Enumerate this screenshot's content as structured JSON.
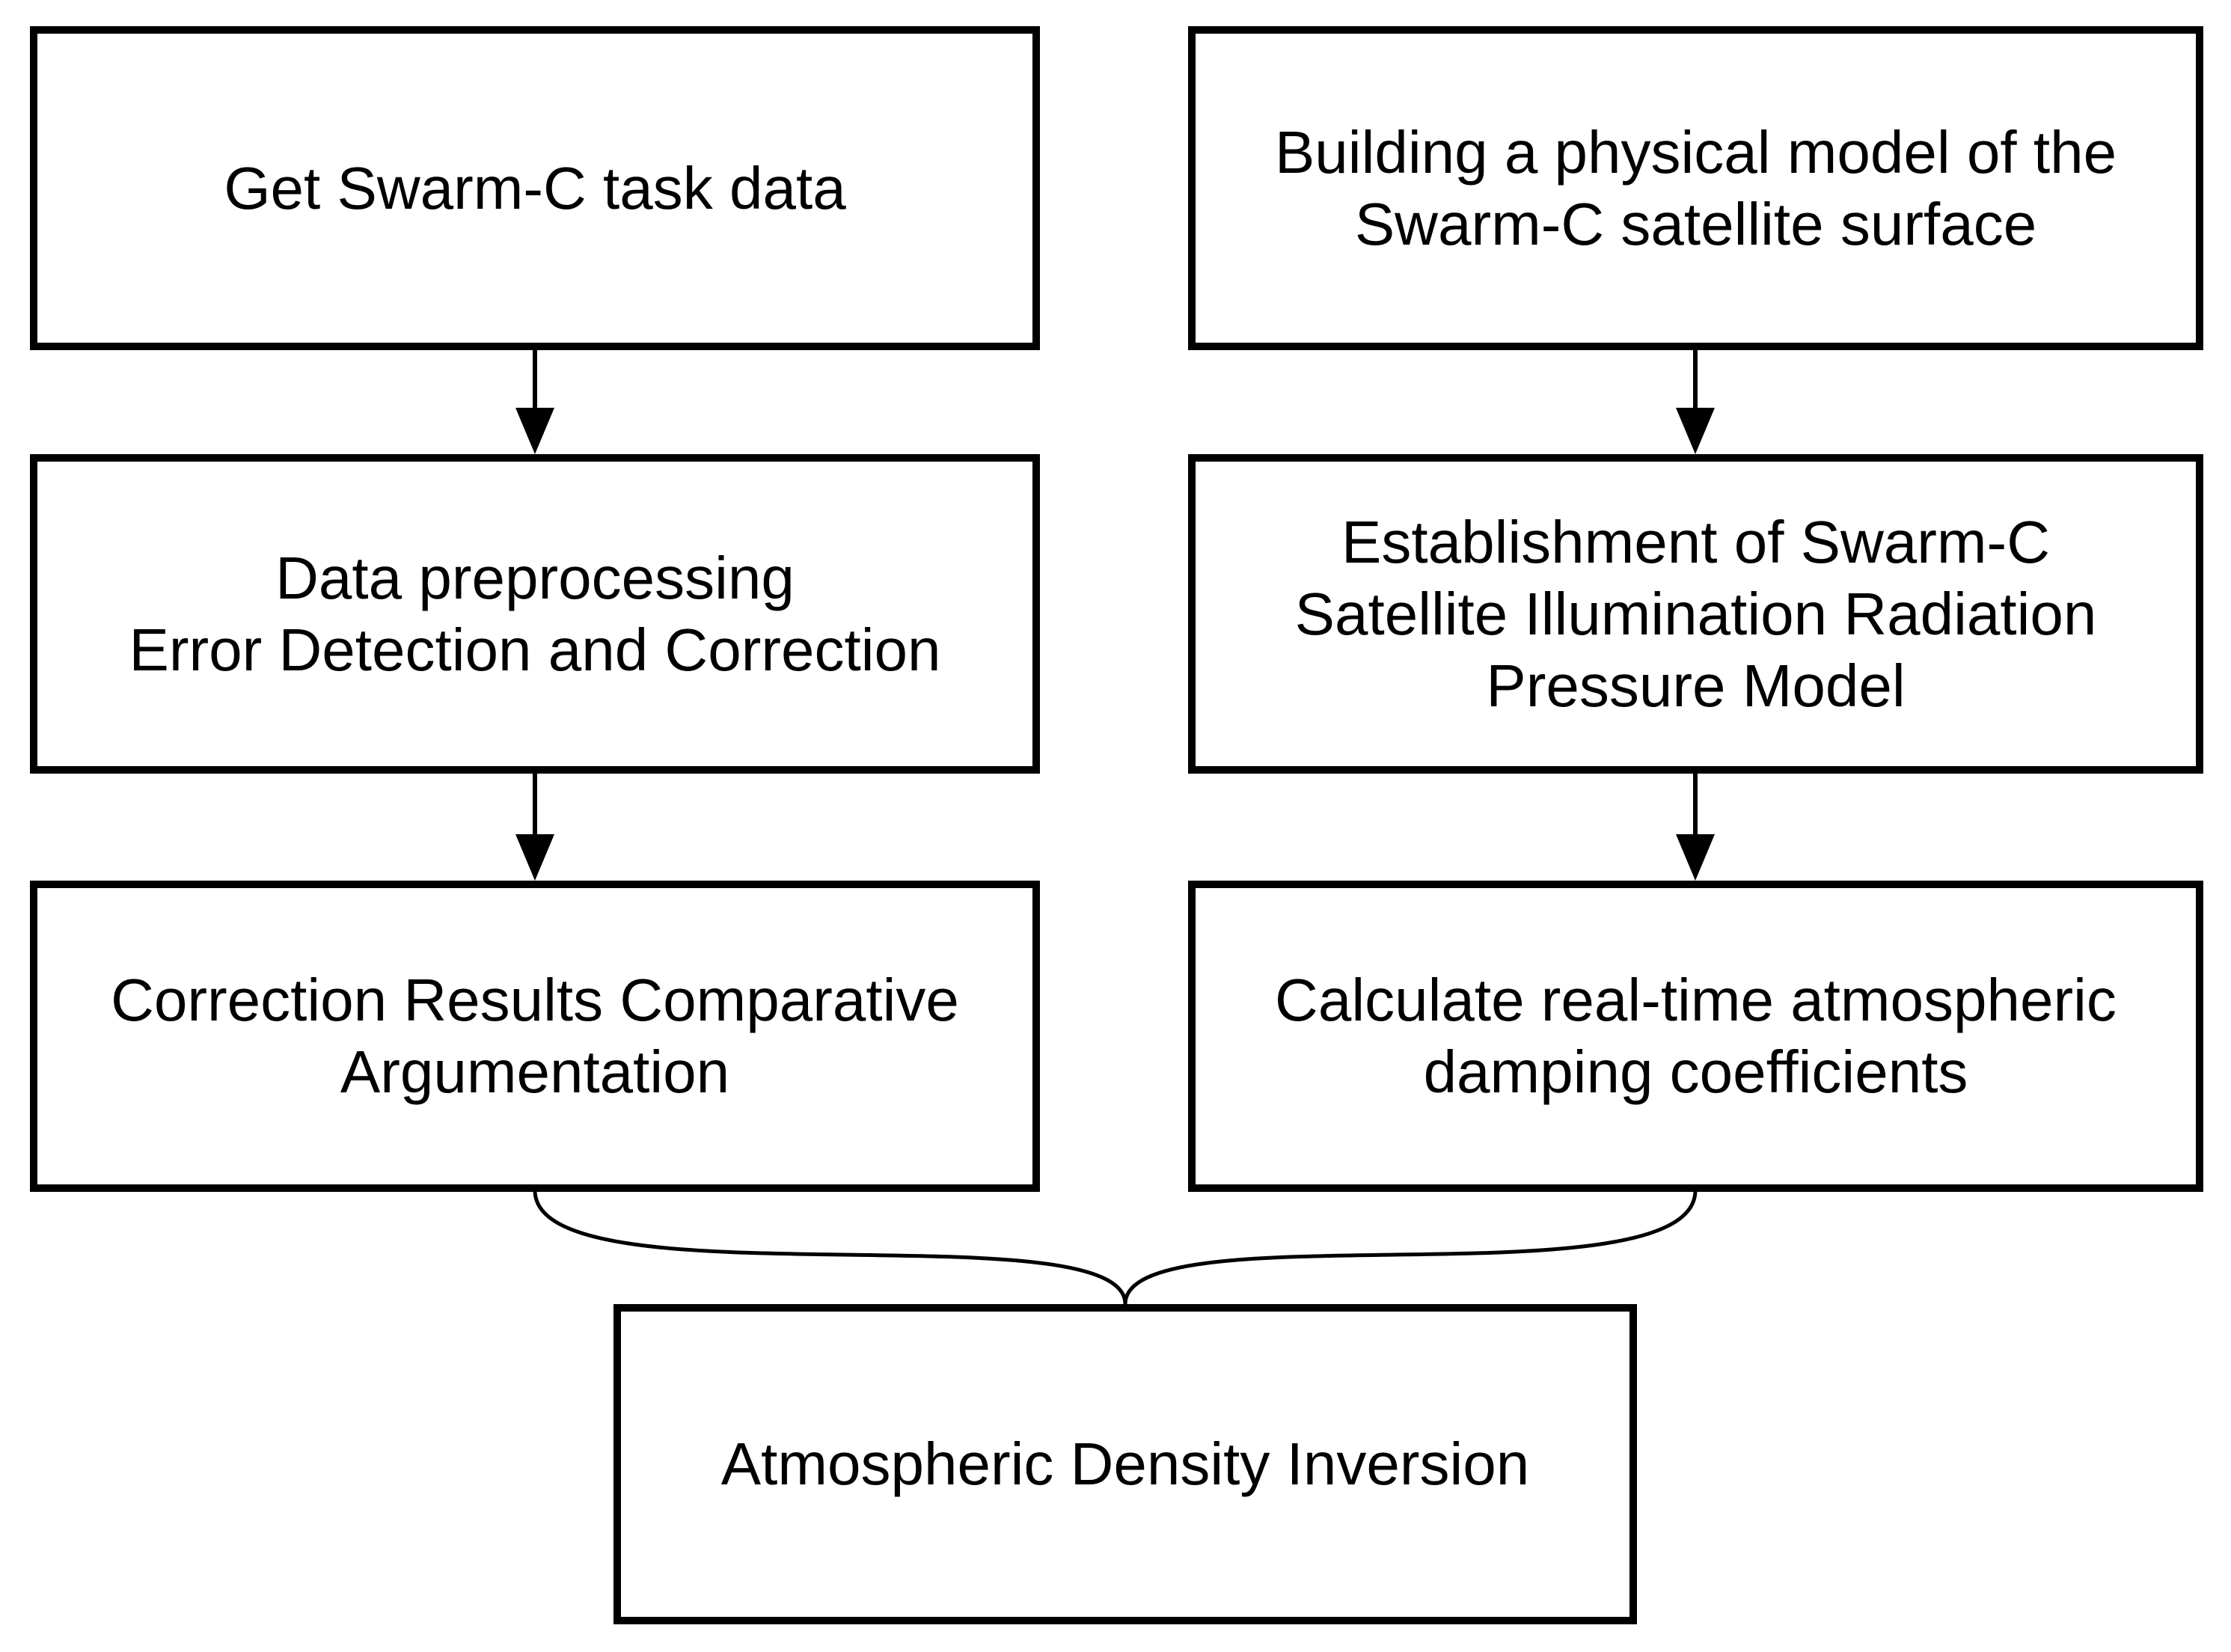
{
  "diagram": {
    "type": "flowchart",
    "colors": {
      "background": "#ffffff",
      "stroke": "#000000",
      "text": "#000000"
    },
    "nodes": {
      "get_task_data": {
        "lines": [
          "Get Swarm-C task data"
        ]
      },
      "physical_model": {
        "lines": [
          "Building a physical model of the",
          "Swarm-C satellite surface"
        ]
      },
      "data_preprocessing": {
        "lines": [
          "Data preprocessing",
          "Error Detection and Correction"
        ]
      },
      "radiation_pressure_model": {
        "lines": [
          "Establishment of Swarm-C",
          "Satellite Illumination Radiation",
          "Pressure Model"
        ]
      },
      "correction_results": {
        "lines": [
          "Correction Results Comparative",
          "Argumentation"
        ]
      },
      "damping_coefficients": {
        "lines": [
          "Calculate real-time atmospheric",
          "damping coefficients"
        ]
      },
      "density_inversion": {
        "lines": [
          "Atmospheric Density Inversion"
        ]
      }
    },
    "edges": [
      {
        "from": "get_task_data",
        "to": "data_preprocessing",
        "style": "arrow"
      },
      {
        "from": "physical_model",
        "to": "radiation_pressure_model",
        "style": "arrow"
      },
      {
        "from": "data_preprocessing",
        "to": "correction_results",
        "style": "arrow"
      },
      {
        "from": "radiation_pressure_model",
        "to": "damping_coefficients",
        "style": "arrow"
      },
      {
        "from": "correction_results",
        "to": "density_inversion",
        "style": "merge-curve"
      },
      {
        "from": "damping_coefficients",
        "to": "density_inversion",
        "style": "merge-curve"
      }
    ]
  }
}
